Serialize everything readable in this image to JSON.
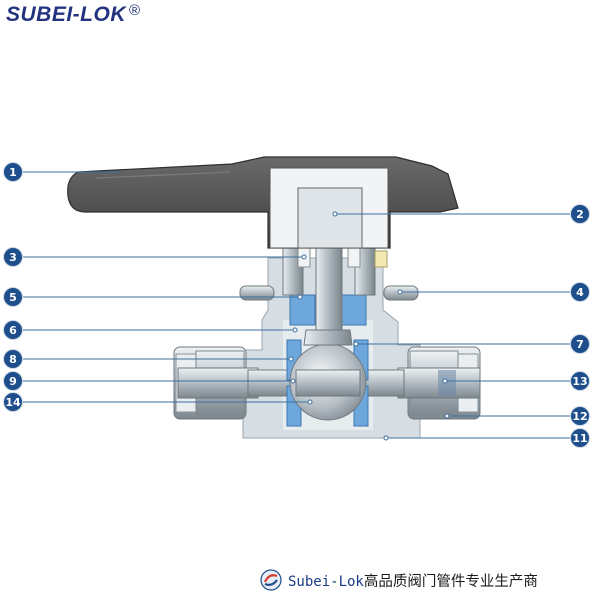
{
  "brand": {
    "name": "SUBEI-LOK",
    "mark": "®"
  },
  "callouts": {
    "c1": "1",
    "c2": "2",
    "c3": "3",
    "c4": "4",
    "c5": "5",
    "c6": "6",
    "c7": "7",
    "c8": "8",
    "c9": "9",
    "c11": "11",
    "c12": "12",
    "c13": "13",
    "c14": "14"
  },
  "footer": {
    "brand": "Subei-Lok",
    "slogan": "高品质阀门管件专业生产商"
  },
  "colors": {
    "badge": "#1e4f8c",
    "leader": "#3f6f9e",
    "handle": "#4a4a4a",
    "body": "#d5dde2",
    "steel": "#c4ccd2",
    "seal": "#4f8fd0"
  }
}
